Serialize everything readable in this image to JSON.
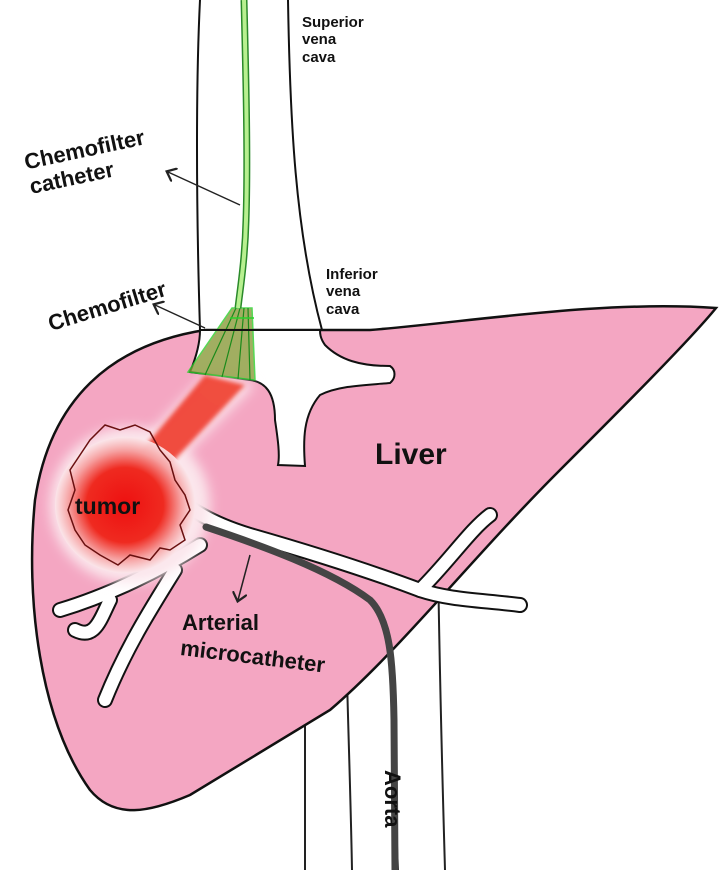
{
  "labels": {
    "superior_vena_cava": [
      "Superior",
      "vena",
      "cava"
    ],
    "chemofilter_catheter": [
      "Chemofilter",
      "catheter"
    ],
    "inferior_vena_cava": [
      "Inferior",
      "vena",
      "cava"
    ],
    "chemofilter": "Chemofilter",
    "liver": "Liver",
    "tumor": "tumor",
    "arterial_microcatheter": [
      "Arterial",
      "microcatheter"
    ],
    "aorta": "Aorta"
  },
  "colors": {
    "liver": "#f4a6c2",
    "tumor": "#ee1c1c",
    "catheter": "#9be07a",
    "microcatheter": "#555555"
  }
}
